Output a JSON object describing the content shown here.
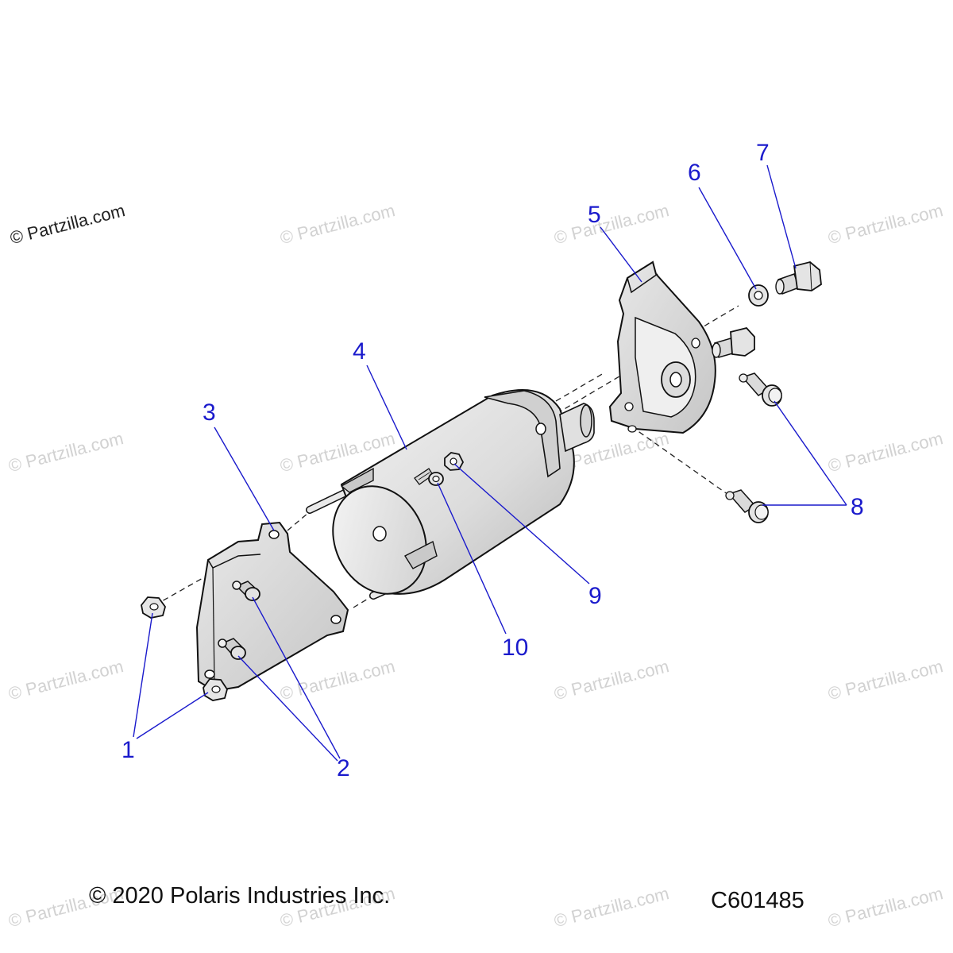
{
  "watermark": {
    "text": "© Partzilla.com",
    "primary_text": "© Partzilla.com"
  },
  "callouts": [
    "1",
    "2",
    "3",
    "4",
    "5",
    "6",
    "7",
    "8",
    "9",
    "10"
  ],
  "footer": {
    "copyright": "© 2020 Polaris Industries Inc.",
    "diagram_code": "C601485"
  },
  "colors": {
    "callout": "#1a1acc",
    "part_fill": "#d9d9d9",
    "part_stroke": "#111111",
    "watermark": "#d2d2d2"
  }
}
